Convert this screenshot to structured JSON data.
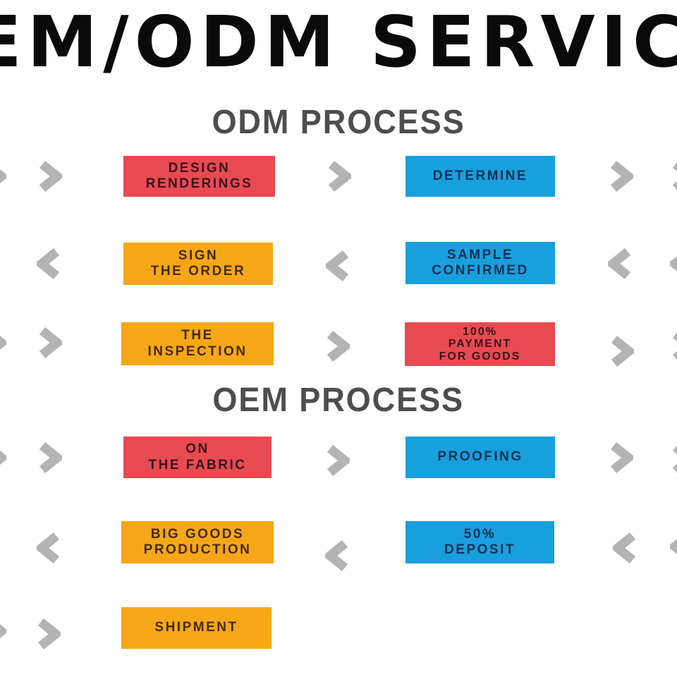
{
  "title": "OEM/ODM SERVICE",
  "sections": [
    {
      "heading": "ODM PROCESS",
      "rows": [
        {
          "direction": "right",
          "boxes": [
            {
              "label": "DESIGN\nRENDERINGS",
              "color": "#e84a52"
            },
            {
              "label": "DETERMINE",
              "color": "#189fdd"
            }
          ]
        },
        {
          "direction": "left",
          "boxes": [
            {
              "label": "SIGN\nTHE ORDER",
              "color": "#f5a716"
            },
            {
              "label": "SAMPLE\nCONFIRMED",
              "color": "#189fdd"
            }
          ]
        },
        {
          "direction": "right",
          "boxes": [
            {
              "label": "THE\nINSPECTION",
              "color": "#f5a716"
            },
            {
              "label": "100%\nPAYMENT\nFOR GOODS",
              "color": "#e84a52"
            }
          ]
        }
      ]
    },
    {
      "heading": "OEM PROCESS",
      "rows": [
        {
          "direction": "right",
          "boxes": [
            {
              "label": "ON\nTHE FABRIC",
              "color": "#e84a52"
            },
            {
              "label": "PROOFING",
              "color": "#189fdd"
            }
          ]
        },
        {
          "direction": "left",
          "boxes": [
            {
              "label": "BIG GOODS\nPRODUCTION",
              "color": "#f5a716"
            },
            {
              "label": "50%\nDEPOSIT",
              "color": "#189fdd"
            }
          ]
        },
        {
          "direction": "right",
          "boxes": [
            {
              "label": "SHIPMENT",
              "color": "#f5a716"
            }
          ]
        }
      ]
    }
  ],
  "colors": {
    "red_box": "#e84a52",
    "blue_box": "#189fdd",
    "orange_box": "#f5a716",
    "arrow_gray": "#b3b3b3",
    "heading_gray": "#4d4d4d",
    "title_black": "#0a0a0a",
    "background": "#ffffff"
  },
  "icons": {
    "arrow_right": "chevron-right-icon",
    "arrow_left": "chevron-left-icon"
  }
}
